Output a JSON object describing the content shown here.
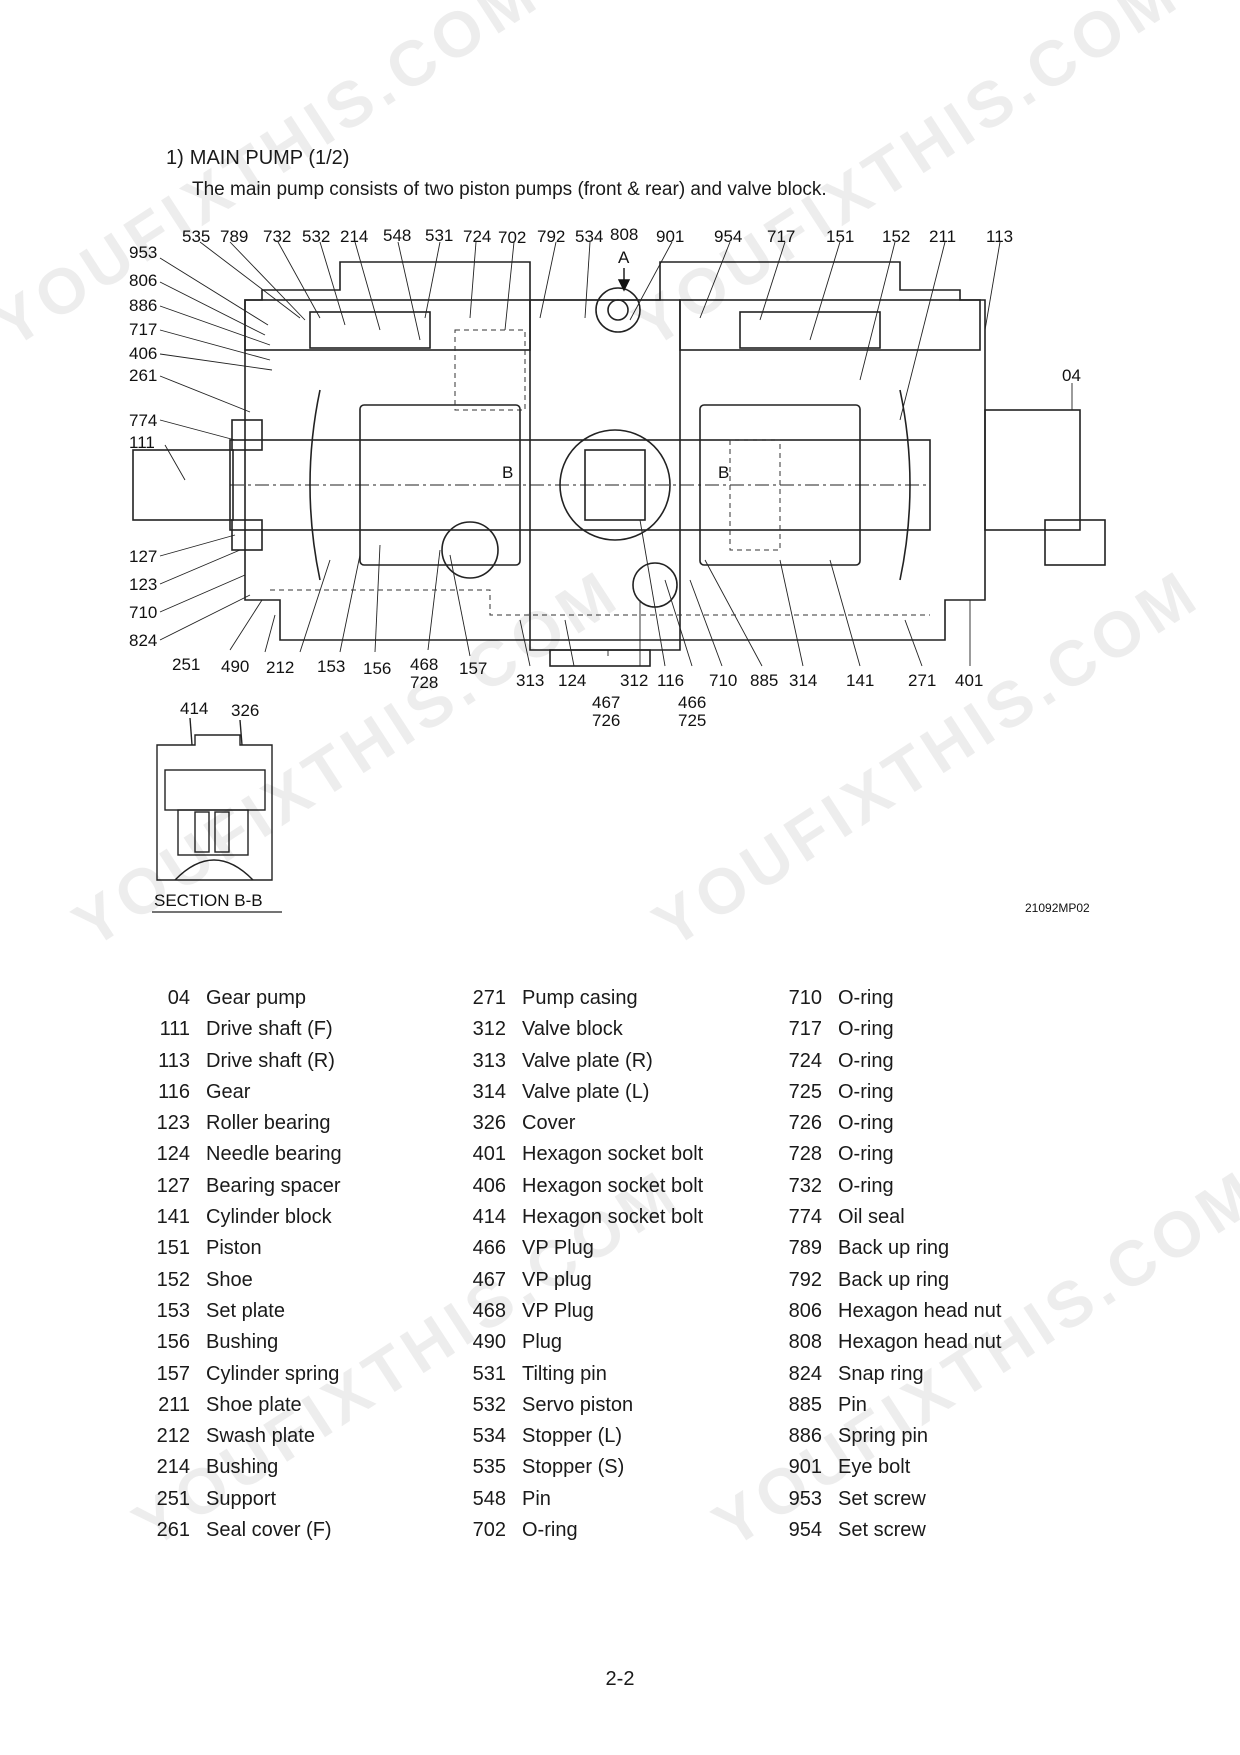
{
  "heading": {
    "number": "1)",
    "title": "MAIN PUMP",
    "subtitle": "(1/2)"
  },
  "intro": "The main pump consists of two piston pumps (front & rear) and valve block.",
  "drawing": {
    "callouts_top": [
      "535",
      "789",
      "732",
      "532",
      "214",
      "548",
      "531",
      "724",
      "702",
      "792",
      "534",
      "808",
      "901",
      "954",
      "717",
      "151",
      "152",
      "211",
      "113"
    ],
    "callouts_left": [
      "953",
      "806",
      "886",
      "717",
      "406",
      "261",
      "774",
      "111",
      "127",
      "123",
      "710",
      "824"
    ],
    "callouts_right": [
      "04"
    ],
    "callouts_bottom": [
      "251",
      "490",
      "212",
      "153",
      "156",
      "468",
      "728",
      "157",
      "313",
      "124",
      "467",
      "726",
      "312",
      "116",
      "466",
      "725",
      "710",
      "885",
      "314",
      "141",
      "271",
      "401"
    ],
    "view_marker": "A",
    "section_marks": [
      "B",
      "B"
    ],
    "section_callouts": [
      "414",
      "326"
    ],
    "section_caption": "SECTION  B-B",
    "figure_id": "21092MP02"
  },
  "parts": [
    [
      {
        "code": "04",
        "name": "Gear pump"
      },
      {
        "code": "111",
        "name": "Drive shaft (F)"
      },
      {
        "code": "113",
        "name": "Drive shaft (R)"
      },
      {
        "code": "116",
        "name": "Gear"
      },
      {
        "code": "123",
        "name": "Roller bearing"
      },
      {
        "code": "124",
        "name": "Needle bearing"
      },
      {
        "code": "127",
        "name": "Bearing spacer"
      },
      {
        "code": "141",
        "name": "Cylinder block"
      },
      {
        "code": "151",
        "name": "Piston"
      },
      {
        "code": "152",
        "name": "Shoe"
      },
      {
        "code": "153",
        "name": "Set plate"
      },
      {
        "code": "156",
        "name": "Bushing"
      },
      {
        "code": "157",
        "name": "Cylinder spring"
      },
      {
        "code": "211",
        "name": "Shoe plate"
      },
      {
        "code": "212",
        "name": "Swash plate"
      },
      {
        "code": "214",
        "name": "Bushing"
      },
      {
        "code": "251",
        "name": "Support"
      },
      {
        "code": "261",
        "name": "Seal cover (F)"
      }
    ],
    [
      {
        "code": "271",
        "name": "Pump casing"
      },
      {
        "code": "312",
        "name": "Valve block"
      },
      {
        "code": "313",
        "name": "Valve plate (R)"
      },
      {
        "code": "314",
        "name": "Valve plate (L)"
      },
      {
        "code": "326",
        "name": "Cover"
      },
      {
        "code": "401",
        "name": "Hexagon socket bolt"
      },
      {
        "code": "406",
        "name": "Hexagon socket bolt"
      },
      {
        "code": "414",
        "name": "Hexagon socket bolt"
      },
      {
        "code": "466",
        "name": "VP Plug"
      },
      {
        "code": "467",
        "name": "VP plug"
      },
      {
        "code": "468",
        "name": "VP Plug"
      },
      {
        "code": "490",
        "name": "Plug"
      },
      {
        "code": "531",
        "name": "Tilting pin"
      },
      {
        "code": "532",
        "name": "Servo piston"
      },
      {
        "code": "534",
        "name": "Stopper (L)"
      },
      {
        "code": "535",
        "name": "Stopper (S)"
      },
      {
        "code": "548",
        "name": "Pin"
      },
      {
        "code": "702",
        "name": "O-ring"
      }
    ],
    [
      {
        "code": "710",
        "name": "O-ring"
      },
      {
        "code": "717",
        "name": "O-ring"
      },
      {
        "code": "724",
        "name": "O-ring"
      },
      {
        "code": "725",
        "name": "O-ring"
      },
      {
        "code": "726",
        "name": "O-ring"
      },
      {
        "code": "728",
        "name": "O-ring"
      },
      {
        "code": "732",
        "name": "O-ring"
      },
      {
        "code": "774",
        "name": "Oil seal"
      },
      {
        "code": "789",
        "name": "Back up ring"
      },
      {
        "code": "792",
        "name": "Back up ring"
      },
      {
        "code": "806",
        "name": "Hexagon head nut"
      },
      {
        "code": "808",
        "name": "Hexagon head nut"
      },
      {
        "code": "824",
        "name": "Snap ring"
      },
      {
        "code": "885",
        "name": "Pin"
      },
      {
        "code": "886",
        "name": "Spring pin"
      },
      {
        "code": "901",
        "name": "Eye bolt"
      },
      {
        "code": "953",
        "name": "Set screw"
      },
      {
        "code": "954",
        "name": "Set screw"
      }
    ]
  ],
  "page_number": "2-2",
  "watermark": "YOUFIXTHIS.COM"
}
